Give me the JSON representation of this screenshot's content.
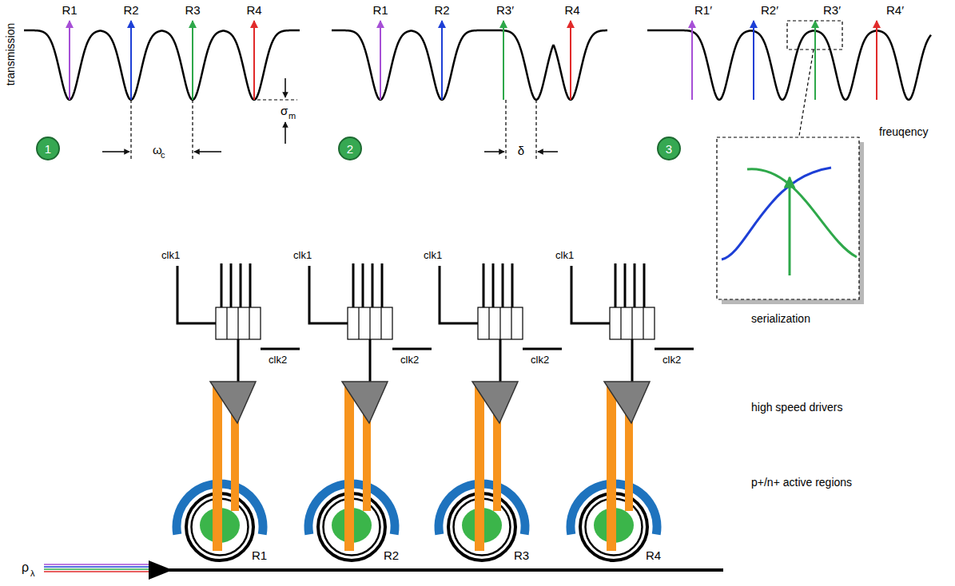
{
  "diagram": {
    "nodes": [
      {
        "text": [
          "1"
        ]
      },
      {
        "text": [
          "2"
        ]
      },
      {
        "text": [
          "3"
        ]
      },
      {
        "text": [
          "R1"
        ]
      },
      {
        "text": [
          "R2"
        ]
      },
      {
        "text": [
          "R3"
        ]
      },
      {
        "text": [
          "R4"
        ]
      }
    ],
    "labels": [
      "transmission",
      "R1",
      "R2",
      "R3",
      "R4",
      "σ",
      "m",
      "ω",
      "c",
      "R1",
      "R2",
      "R3′",
      "R4",
      "δ",
      "R1′",
      "R2′",
      "R3′",
      "R4′",
      "freuqency",
      "clk1",
      "clk2",
      "clk1",
      "clk2",
      "clk1",
      "clk2",
      "clk1",
      "clk2",
      "serialization",
      "high speed drivers",
      "p+/n+ active regions",
      "ρ",
      "λ"
    ]
  }
}
